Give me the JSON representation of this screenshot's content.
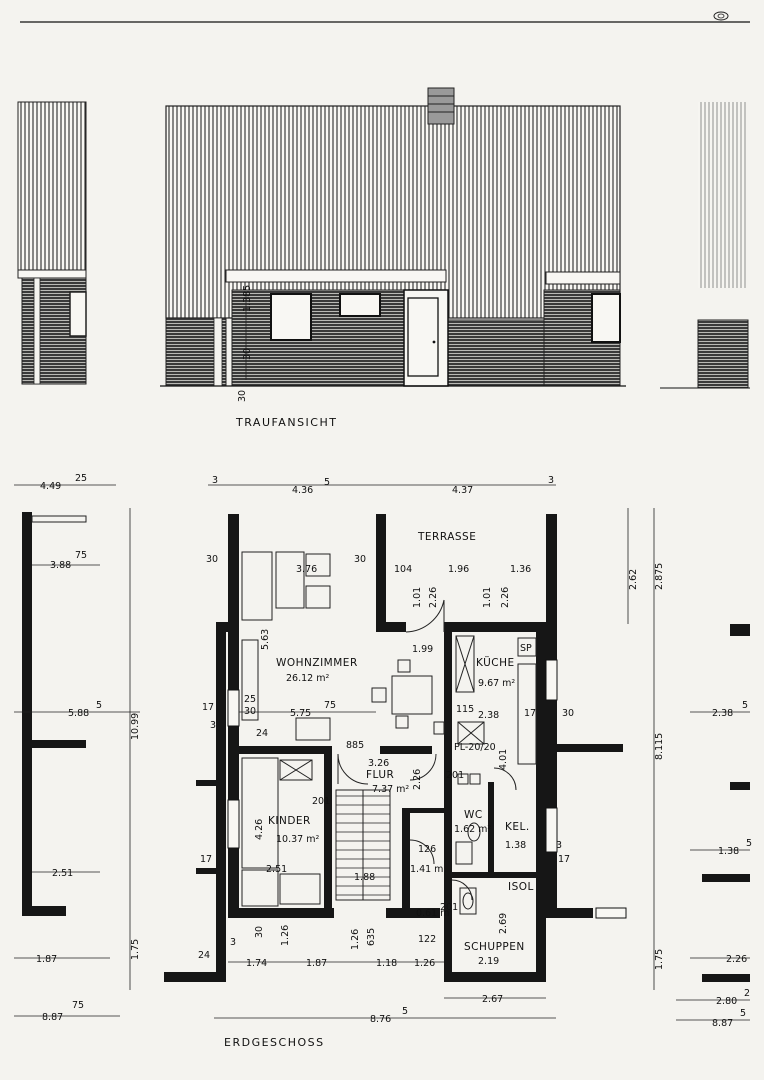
{
  "elevation": {
    "title": "TRAUFANSICHT",
    "dims": {
      "d138": "1.385",
      "d30a": "30",
      "d30b": "30"
    }
  },
  "plan": {
    "title": "ERDGESCHOSS",
    "rooms": {
      "terrasse": "TERRASSE",
      "wohnzimmer": "WOHNZIMMER",
      "wohnzimmer_area": "26.12 m²",
      "kueche": "KÜCHE",
      "kueche_area": "9.67 m²",
      "flur": "FLUR",
      "flur_area": "7.37 m²",
      "kinder": "KINDER",
      "kinder_area": "10.37 m²",
      "wc": "WC",
      "wc_area": "1.62 m²",
      "kel": "KEL.",
      "kel_area": "1.38",
      "schuppen": "SCHUPPEN",
      "isol": "ISOL",
      "small_area": "0.61 m",
      "wf_area": "1.41 m",
      "sp": "SP",
      "pl": "PL-20/20"
    },
    "dims": {
      "top_left": "4.49",
      "top_left_sup": "25",
      "top_mid_a": "4.36",
      "top_mid_a_sup": "5",
      "top_mid_b": "4.37",
      "w388": "3.88",
      "w388_sup": "75",
      "w588": "5.88",
      "w588_sup": "5",
      "w251a": "2.51",
      "h1099": "10.99",
      "h175a": "1.75",
      "w187": "1.87",
      "w887": "8.87",
      "w887_sup": "75",
      "w376": "3.76",
      "w563": "5.63",
      "w575": "5.75",
      "w575_sup": "75",
      "w326": "3.26",
      "w226": "2.26",
      "w196": "1.96",
      "w104": "104",
      "w101a": "1.01",
      "w101b": "1.01",
      "w226b": "2.26",
      "w136": "1.36",
      "w199": "1.99",
      "w238": "2.38",
      "w401": "4.01",
      "w426": "4.26",
      "w251b": "2.51",
      "w188": "1.88",
      "w126": "126",
      "w174": "1.74",
      "w187b": "1.87",
      "w118": "1.18",
      "w126b": "1.26",
      "w267": "2.67",
      "w219": "2.19",
      "w269": "2.69",
      "w876": "8.76",
      "w876_sup": "5",
      "h262": "2.62",
      "h287": "2.875",
      "h8115": "8.115",
      "h175b": "1.75",
      "r238": "2.38",
      "r238_sup": "5",
      "r138": "1.38",
      "r138_sup": "5",
      "r226": "2.26",
      "r280": "2.80",
      "r280_sup": "2",
      "r887": "8.87",
      "r887_sup": "5",
      "n30": "30",
      "n25": "25",
      "n24": "24",
      "n17": "17",
      "n3": "3",
      "n201": "201",
      "n635": "635",
      "n122": "122",
      "n885": "885",
      "n115": "115"
    }
  }
}
